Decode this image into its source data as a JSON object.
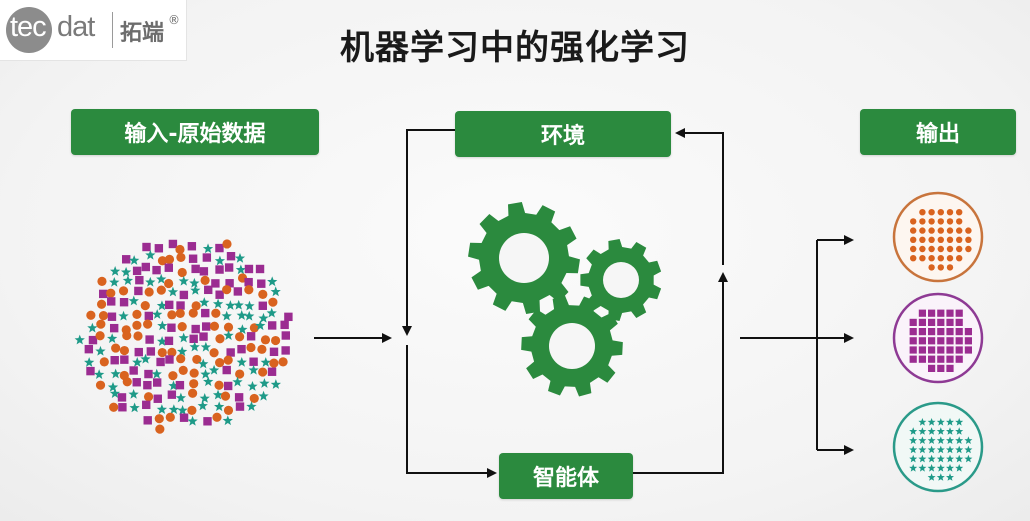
{
  "logo": {
    "tec": "tec",
    "dat": "dat",
    "cn": "拓端",
    "reg": "®"
  },
  "title": "机器学习中的强化学习",
  "labels": {
    "input": "输入-原始数据",
    "environment": "环境",
    "output": "输出",
    "agent": "智能体"
  },
  "colors": {
    "green": "#2b8a3e",
    "orange": "#d9631f",
    "purple": "#9b2c91",
    "teal": "#1e9a88",
    "arrow": "#111111"
  },
  "icons": [
    "gear-icon",
    "star-icon",
    "arrow-icon"
  ]
}
